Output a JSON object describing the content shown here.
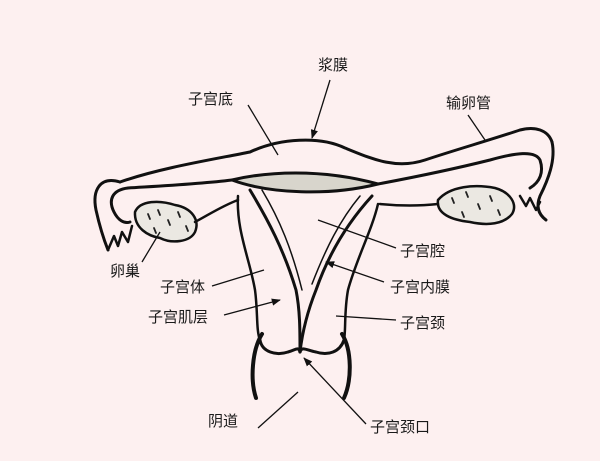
{
  "diagram": {
    "title": "",
    "background": "#fdf0f0",
    "stroke_color": "#111111",
    "cavity_fill": "#d8d5cc",
    "ovary_fill": "#ebe8e2",
    "labels": {
      "serosa": "浆膜",
      "fundus": "子宫底",
      "fallopian_tube": "输卵管",
      "ovary": "卵巢",
      "uterine_cavity": "子宫腔",
      "uterine_body": "子宫体",
      "endometrium": "子宫内膜",
      "myometrium": "子宫肌层",
      "cervix": "子宫颈",
      "vagina": "阴道",
      "external_os": "子宫颈口"
    }
  }
}
